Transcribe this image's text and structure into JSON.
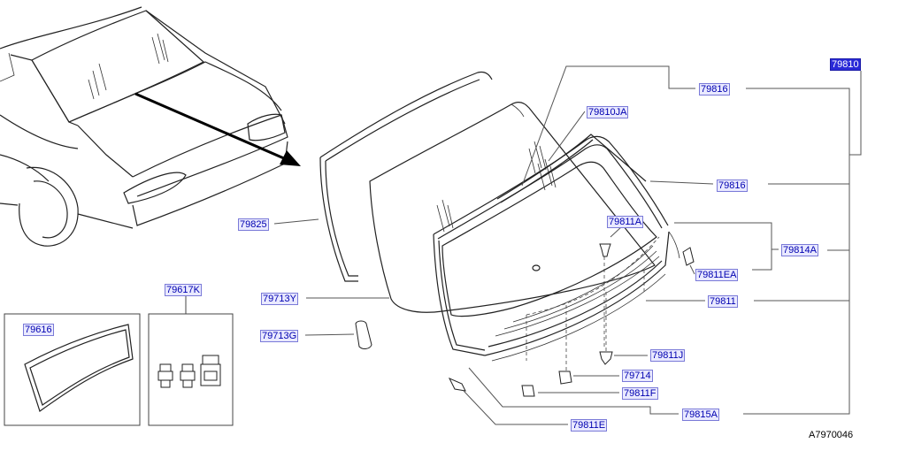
{
  "labels": {
    "l79810": "79810",
    "l79816a": "79816",
    "l79810ja": "79810JA",
    "l79816b": "79816",
    "l79825": "79825",
    "l79811a": "79811A",
    "l79814a": "79814A",
    "l79811ea": "79811EA",
    "l79713y": "79713Y",
    "l79811": "79811",
    "l79617k": "79617K",
    "l79616": "79616",
    "l79713g": "79713G",
    "l79811j": "79811J",
    "l79714": "79714",
    "l79811f": "79811F",
    "l79815a": "79815A",
    "l79811e": "79811E"
  },
  "document_code": "A7970046",
  "colors": {
    "label_text": "#0000b0",
    "label_bg": "#e9e9ff",
    "selected_bg": "#2a2ad8"
  }
}
